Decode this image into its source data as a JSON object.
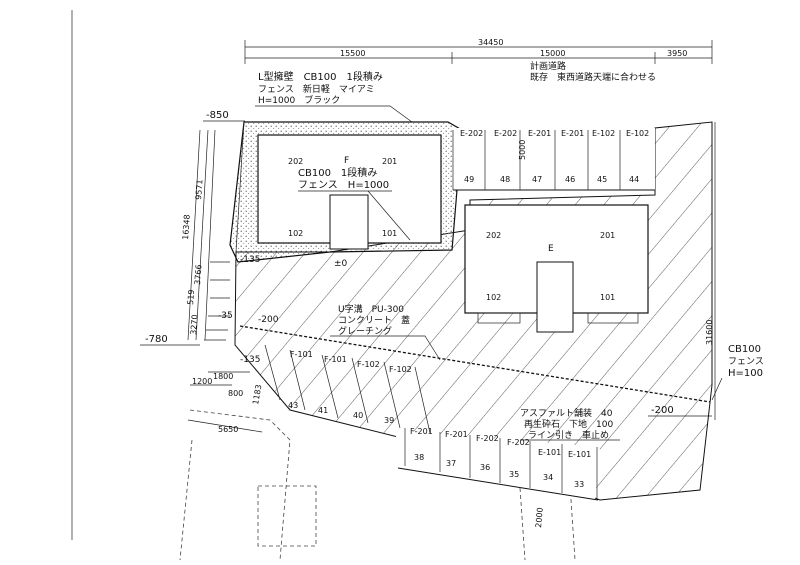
{
  "dimensions": {
    "overall": "34450",
    "seg1": "15500",
    "seg2": "15000",
    "seg3": "3950",
    "left_overall": "16348",
    "left_a": "9571",
    "left_b": "3766",
    "left_c": "519",
    "left_d": "3270",
    "right_overall": "31600",
    "b1800": "1800",
    "b1200": "1200",
    "b800": "800",
    "b1183": "1183",
    "b5650": "5650",
    "bay5000": "5000",
    "bay2000": "2000"
  },
  "notes": {
    "road_title": "計画道路",
    "road_note": "既存　東西道路天端に合わせる",
    "wall_line1": "L型擁壁　CB100　1段積み",
    "wall_line2": "フェンス　新日軽　マイアミ",
    "wall_line3": "H=1000　ブラック",
    "bldgF_line1": "CB100　1段積み",
    "bldgF_line2": "フェンス　H=1000",
    "gutter_line1": "U字溝　PU-300",
    "gutter_line2": "コンクリート　蓋",
    "gutter_line3": "グレーチング",
    "asphalt_line1": "アスファルト舗装　40",
    "asphalt_line2": "再生砕石　下地　100",
    "asphalt_line3": "ライン引き　車止め",
    "right_fence1": "CB100",
    "right_fence2": "フェンス",
    "right_fence3": "H=100"
  },
  "levels": {
    "top_left": "-850",
    "l135": "-135",
    "l0": "±0",
    "l35": "-35",
    "l200": "-200",
    "l780": "-780",
    "l135b": "-135",
    "right200": "-200"
  },
  "buildings": {
    "F": {
      "name": "F",
      "u202": "202",
      "u201": "201",
      "u102": "102",
      "u101": "101"
    },
    "E": {
      "name": "E",
      "u202": "202",
      "u201": "201",
      "u102": "102",
      "u101": "101"
    }
  },
  "parking_top": {
    "labels": [
      "E-202",
      "E-202",
      "E-201",
      "E-201",
      "E-102",
      "E-102"
    ],
    "numbers": [
      "49",
      "48",
      "47",
      "46",
      "45",
      "44"
    ]
  },
  "parking_mid": {
    "labels": [
      "F-101",
      "F-101",
      "F-102",
      "F-102"
    ],
    "numbers": [
      "43",
      "41",
      "40",
      "39"
    ]
  },
  "parking_bottom": {
    "labels": [
      "F-201",
      "F-201",
      "F-202",
      "F-202",
      "E-101",
      "E-101"
    ],
    "numbers": [
      "38",
      "37",
      "36",
      "35",
      "34",
      "33"
    ]
  }
}
